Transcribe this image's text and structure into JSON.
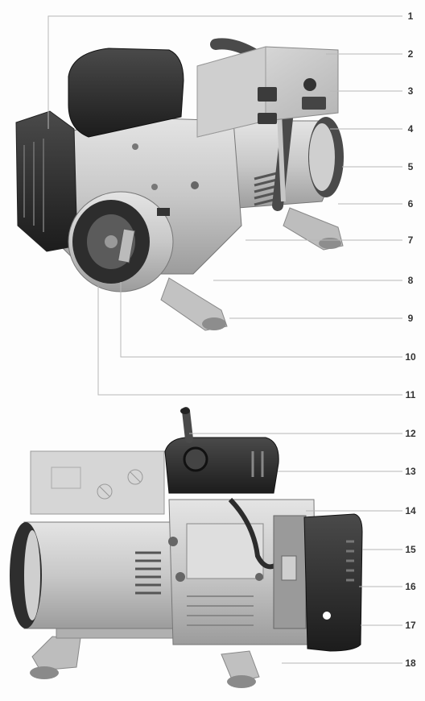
{
  "diagram": {
    "callouts": [
      "1",
      "2",
      "3",
      "4",
      "5",
      "6",
      "7",
      "8",
      "9",
      "10",
      "11",
      "12",
      "13",
      "14",
      "15",
      "16",
      "17",
      "18"
    ],
    "palette": {
      "background": "#fdfdfd",
      "leader": "#b8b8b8",
      "number": "#333333",
      "engine_gray": "#c9c9c9",
      "dark_cover": "#2b2b2b",
      "control_box": "#d2d2d2",
      "handle": "#3a3a3a"
    }
  }
}
